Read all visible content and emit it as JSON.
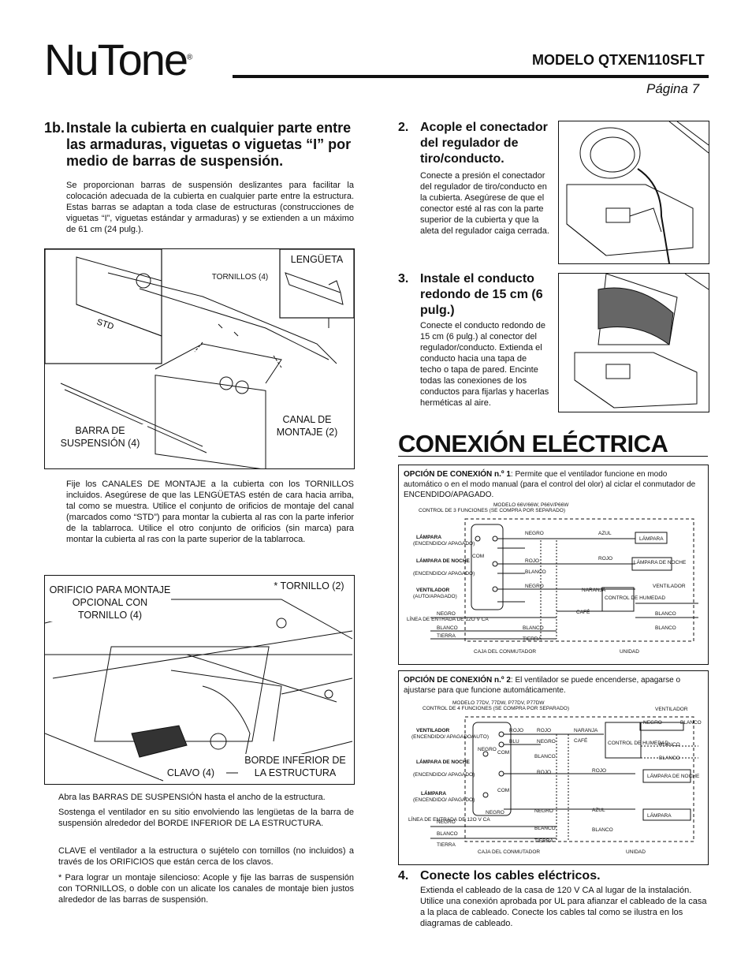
{
  "header": {
    "brand": "NuTone",
    "model": "MODELO QTXEN110SFLT",
    "page": "Página 7"
  },
  "step1b": {
    "num": "1b.",
    "title": "Instale la cubierta en cualquier parte entre las armaduras, viguetas o viguetas “I” por medio de barras de suspensión.",
    "para1": "Se proporcionan barras de suspensión deslizantes para facilitar la colocación adecuada de la cubierta en cualquier parte entre la estructura. Estas barras se adaptan a toda clase de estructuras (construcciones de viguetas “I”, viguetas estándar y armaduras) y se extienden a un máximo de 61 cm (24 pulg.).",
    "fig1": {
      "tornillos": "TORNILLOS (4)",
      "lengueta": "LENGÜETA",
      "barra": "BARRA DE SUSPENSIÓN (4)",
      "canal": "CANAL DE MONTAJE (2)",
      "std": "STD"
    },
    "para2": "Fije los CANALES DE MONTAJE a la cubierta con los TORNILLOS incluidos. Asegúrese de que las LENGÜETAS estén de cara hacia arriba, tal como se muestra. Utilice el conjunto de orificios de montaje del canal (marcados como “STD”) para montar la cubierta al ras con la parte inferior de la tablarroca. Utilice el otro conjunto de orificios (sin marca) para montar la cubierta al ras con la parte superior de la tablarroca.",
    "fig2": {
      "orificio": "ORIFICIO PARA MONTAJE OPCIONAL CON TORNILLO (4)",
      "tornillo": "* TORNILLO (2)",
      "clavo": "CLAVO (4)",
      "borde": "BORDE INFERIOR DE LA ESTRUCTURA"
    },
    "para3": "Abra las BARRAS DE SUSPENSIÓN hasta el ancho de la estructura.",
    "para4": "Sostenga el ventilador en su sitio envolviendo las lengüetas de la barra de suspensión alrededor del BORDE INFERIOR DE LA ESTRUCTURA.",
    "para5": "CLAVE el ventilador a la estructura o sujételo con tornillos (no incluidos) a través de los ORIFICIOS que están cerca de los clavos.",
    "para6": "* Para lograr un montaje silencioso: Acople y fije las barras de suspensión con TORNILLOS, o doble con un alicate los canales de montaje bien justos alrededor de las barras de suspensión."
  },
  "step2": {
    "num": "2.",
    "title": "Acople el conectador del regulador de tiro/conducto.",
    "text": "Conecte a presión el conectador del regulador de tiro/conducto en la cubierta. Asegúrese de que el conector esté al ras con la parte superior de la cubierta y que la aleta del regulador caiga cerrada."
  },
  "step3": {
    "num": "3.",
    "title": "Instale el conducto redondo de 15 cm (6 pulg.)",
    "text": "Conecte el conducto redondo de 15 cm (6 pulg.) al conector del regulador/conducto. Extienda el conducto hacia una tapa de techo o tapa de pared. Encinte todas las conexiones de los conductos para fijarlas y hacerlas herméticas al aire."
  },
  "electrical": {
    "title": "CONEXIÓN ELÉCTRICA",
    "opt1": {
      "label": "OPCIÓN DE CONEXIÓN n.º 1",
      "text": ": Permite que el ventilador funcione en modo automático o en el modo manual (para el control del olor) al ciclar el conmutador de ENCENDIDO/APAGADO.",
      "model": "MODELO 66V/66W, P66V/P66W",
      "control": "CONTROL DE 3 FUNCIONES (SE COMPRA POR SEPARADO)"
    },
    "opt2": {
      "label": "OPCIÓN DE CONEXIÓN n.º 2",
      "text": ": El ventilador se puede encenderse, apagarse o ajustarse para que funcione automáticamente.",
      "model": "MODELO 77DV, 77DW, P77DV, P77DW",
      "control": "CONTROL DE 4 FUNCIONES (SE COMPRA POR SEPARADO)"
    },
    "w": {
      "lampara": "LÁMPARA",
      "encap": "(ENCENDIDO/ APAGADO)",
      "lampnoche": "LÁMPARA DE NOCHE",
      "ventilador": "VENTILADOR",
      "autoap": "(AUTO/APAGADO)",
      "encapauto": "(ENCENDIDO/ APAGADO/AUTO)",
      "linea": "LÍNEA DE ENTRADA DE 12O V CA",
      "negro": "NEGRO",
      "blanco": "BLANCO",
      "rojo": "ROJO",
      "azul": "AZUL",
      "naranja": "NARANJA",
      "cafe": "CAFÉ",
      "tierra": "TIERRA",
      "blu": "BLU",
      "com": "COM",
      "caja": "CAJA DEL CONMUTADOR",
      "unidad": "UNIDAD",
      "humedad": "CONTROL DE HUMEDAD",
      "lampnochebox": "LÁMPARA DE NOCHE"
    }
  },
  "step4": {
    "num": "4.",
    "title": "Conecte los cables eléctricos.",
    "text": "Extienda el cableado de la casa de 120 V CA al lugar de la instalación. Utilice una conexión aprobada por UL para afianzar el cableado de la casa a la placa de cableado. Conecte los cables tal como se ilustra en los diagramas de cableado."
  }
}
